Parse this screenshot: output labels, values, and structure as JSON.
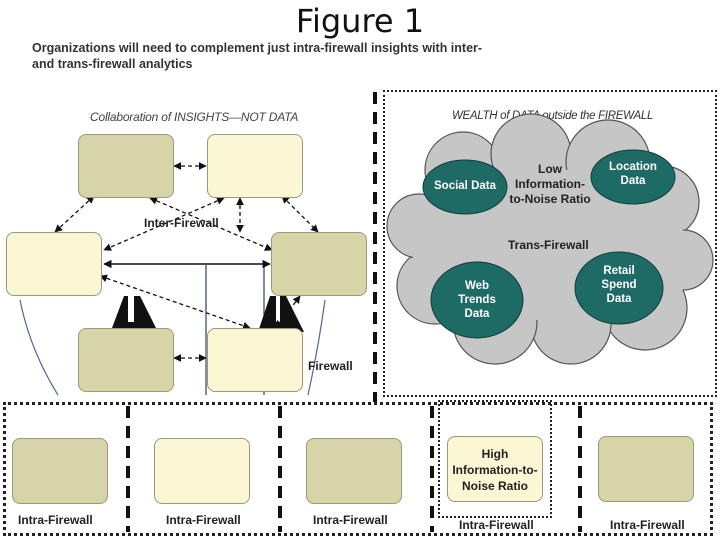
{
  "title": "Figure 1",
  "subtitle": "Organizations will need to complement just intra-firewall insights with inter- and trans-firewall analytics",
  "left_panel": {
    "heading": "Collaboration of INSIGHTS—NOT DATA",
    "inter_firewall_label": "Inter-Firewall",
    "firewall_label": "Firewall"
  },
  "right_panel": {
    "heading": "WEALTH of DATA outside the FIREWALL",
    "center_text": "Low Information-to-Noise Ratio",
    "trans_firewall_label": "Trans-Firewall",
    "data_sources": [
      "Social Data",
      "Location Data",
      "Web Trends Data",
      "Retail Spend Data"
    ]
  },
  "bottom_strip": {
    "segment_label": "Intra-Firewall",
    "highlight_text": "High Information-to-Noise Ratio"
  },
  "colors": {
    "green_box": "#d6d5a8",
    "yellow_box": "#fbf6d4",
    "ellipse": "#1e6a64",
    "cloud": "#c6c6c6"
  }
}
